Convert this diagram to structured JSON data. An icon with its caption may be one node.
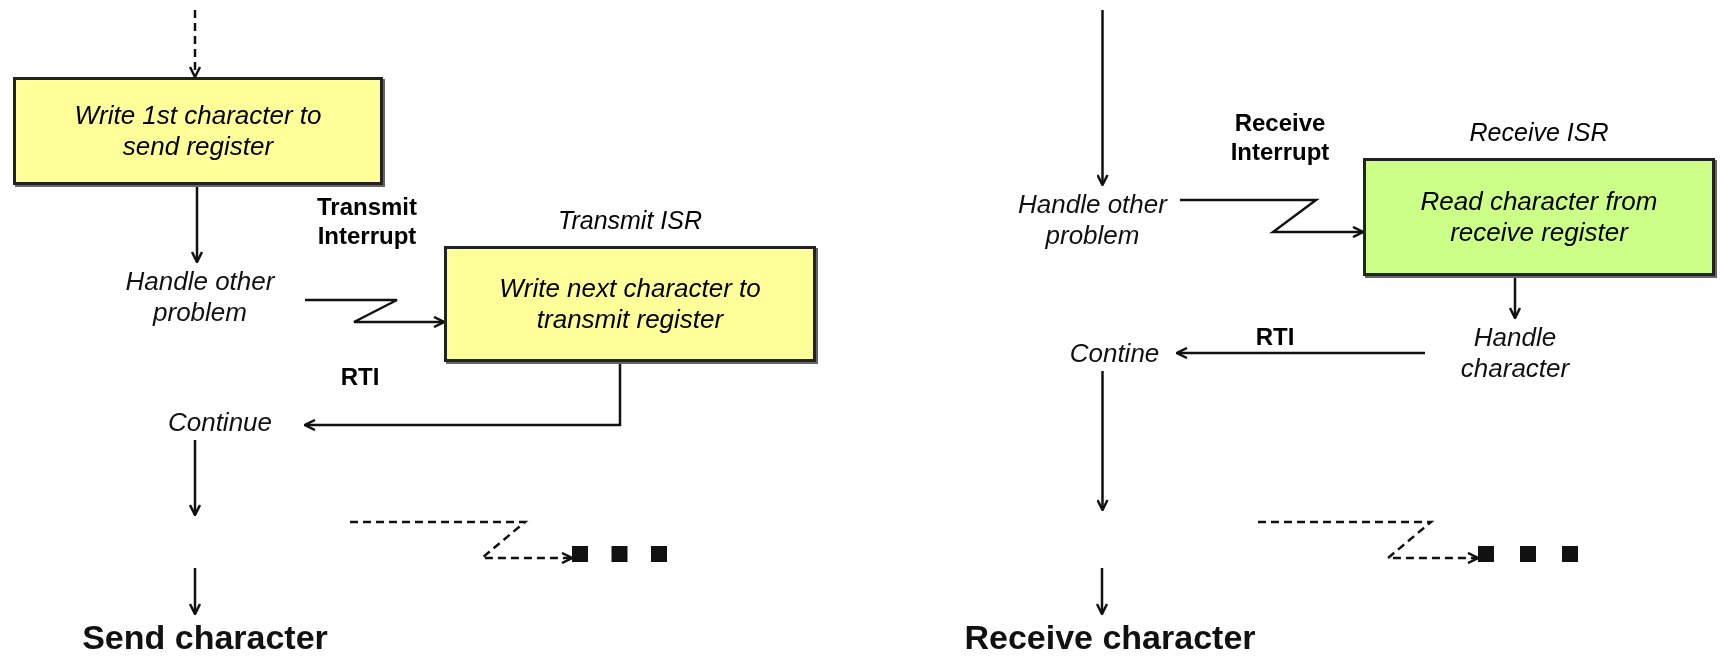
{
  "diagram": {
    "nodes": [
      {
        "text": [
          "Write 1st character to send register"
        ]
      },
      {
        "text": [
          "Handle other problem"
        ]
      },
      {
        "text": [
          "Transmit ISR",
          "Write next character to transmit register"
        ]
      },
      {
        "text": [
          "Continue"
        ]
      },
      {
        "text": [],
        "shape": "dots"
      },
      {
        "text": [
          "Send character"
        ]
      },
      {
        "text": [
          "Handle other problem"
        ]
      },
      {
        "text": [
          "Receive ISR",
          "Read character from receive register"
        ]
      },
      {
        "text": [
          "Handle character"
        ]
      },
      {
        "text": [
          "Contine"
        ]
      },
      {
        "text": [],
        "shape": "dots"
      },
      {
        "text": [
          "Receive character"
        ]
      }
    ],
    "edges": [
      {
        "from": null,
        "to": 0,
        "arrow": "to",
        "style": "dashed"
      },
      {
        "from": 0,
        "to": 1,
        "arrow": "to"
      },
      {
        "from": 1,
        "to": 2,
        "arrow": "to",
        "label": "Transmit Interrupt"
      },
      {
        "from": 2,
        "to": 3,
        "arrow": "to",
        "label": "RTI"
      },
      {
        "from": 3,
        "to": null,
        "arrow": "to"
      },
      {
        "from": null,
        "to": 4,
        "arrow": "to",
        "style": "dashed"
      },
      {
        "from": null,
        "to": 5,
        "arrow": "to"
      },
      {
        "from": null,
        "to": 6,
        "arrow": "to"
      },
      {
        "from": 6,
        "to": 7,
        "arrow": "to",
        "label": "Receive Interrupt"
      },
      {
        "from": 7,
        "to": 8,
        "arrow": "to"
      },
      {
        "from": 8,
        "to": 9,
        "arrow": "to",
        "label": "RTI"
      },
      {
        "from": 9,
        "to": null,
        "arrow": "to"
      },
      {
        "from": null,
        "to": 10,
        "arrow": "to",
        "style": "dashed"
      },
      {
        "from": null,
        "to": 11,
        "arrow": "to"
      }
    ]
  }
}
